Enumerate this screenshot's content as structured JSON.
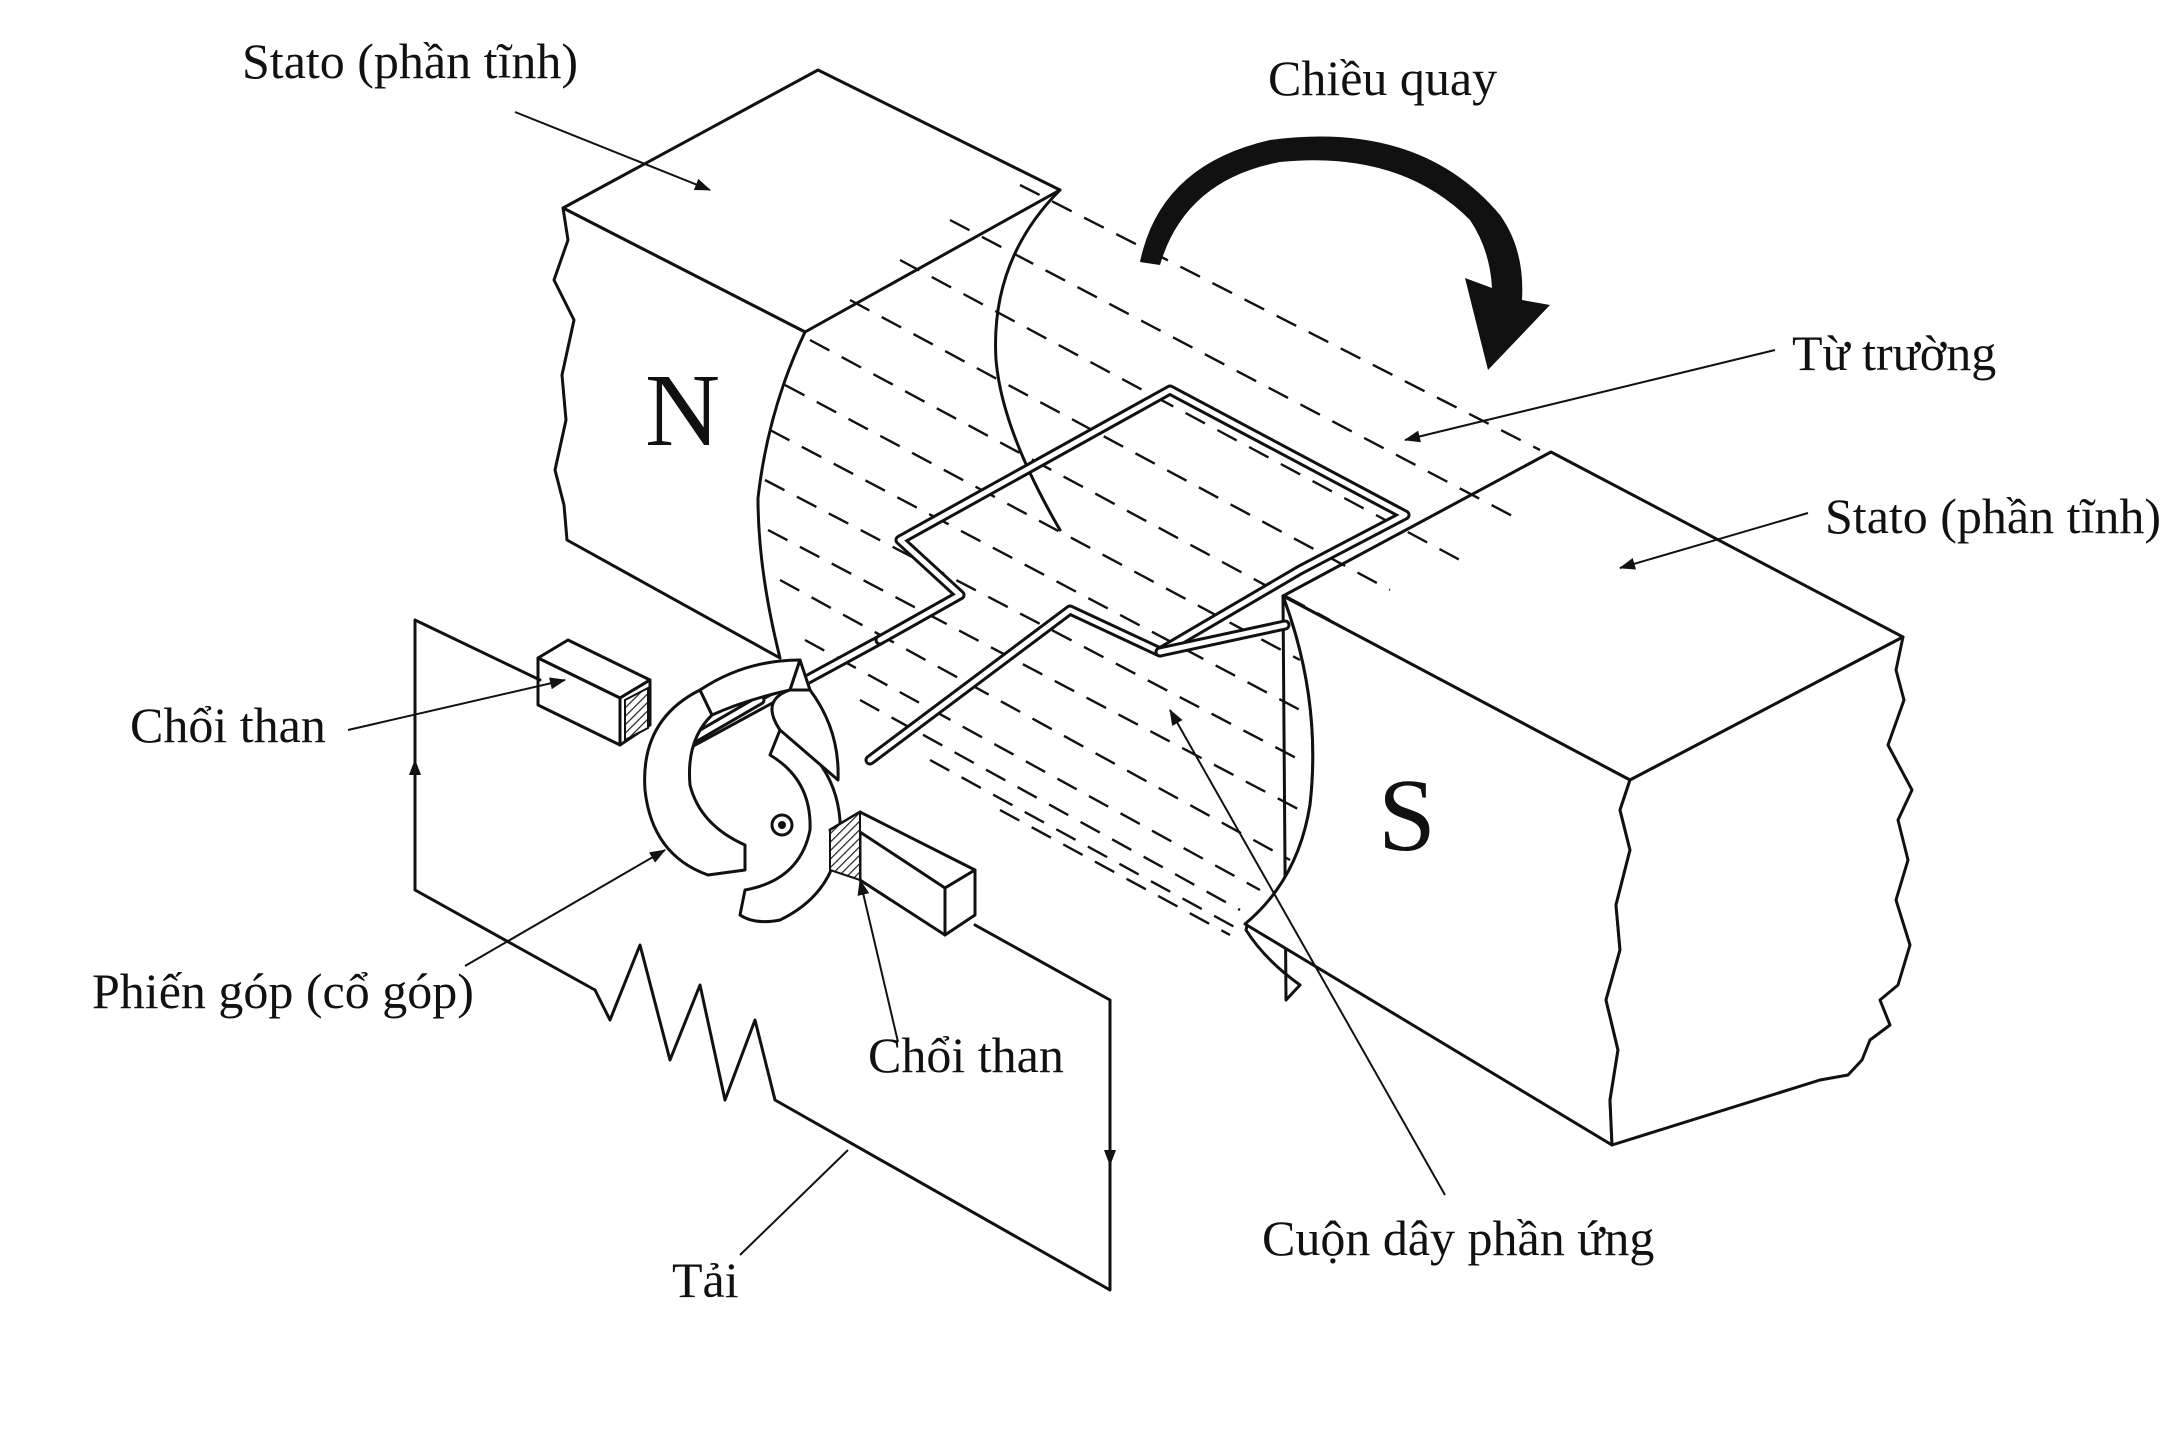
{
  "labels": {
    "stator_top": "Stato (phần tĩnh)",
    "stator_right": "Stato (phần tĩnh)",
    "rotation": "Chiều quay",
    "magnetic_field": "Từ trường",
    "brush_left": "Chổi than",
    "brush_bottom": "Chổi than",
    "commutator": "Phiến góp (cổ góp)",
    "armature_coil": "Cuộn dây phần ứng",
    "load": "Tải"
  },
  "poles": {
    "north": "N",
    "south": "S"
  },
  "colors": {
    "line": "#111111",
    "background": "#ffffff"
  }
}
